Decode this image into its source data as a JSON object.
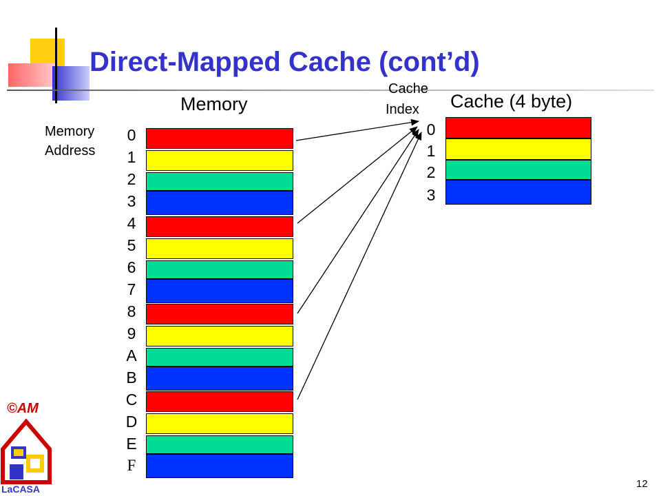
{
  "slide": {
    "title": "Direct-Mapped Cache (cont’d)",
    "page_number": "12"
  },
  "memory": {
    "heading": "Memory",
    "address_label_line1": "Memory",
    "address_label_line2": "Address",
    "addresses": [
      "0",
      "1",
      "2",
      "3",
      "4",
      "5",
      "6",
      "7",
      "8",
      "9",
      "A",
      "B",
      "C",
      "D",
      "E",
      "F"
    ],
    "block_colors": [
      "#ff0000",
      "#ffff00",
      "#00dd99",
      "#0033ff",
      "#ff0000",
      "#ffff00",
      "#00dd99",
      "#0033ff",
      "#ff0000",
      "#ffff00",
      "#00dd99",
      "#0033ff",
      "#ff0000",
      "#ffff00",
      "#00dd99",
      "#0033ff"
    ]
  },
  "cache": {
    "heading": "Cache (4 byte)",
    "index_label_line1": "Cache",
    "index_label_line2": "Index",
    "indices": [
      "0",
      "1",
      "2",
      "3"
    ],
    "block_colors": [
      "#ff0000",
      "#ffff00",
      "#00dd99",
      "#0033ff"
    ]
  },
  "logo": {
    "copyright_text": "©AM",
    "name_text": "LaCASA"
  }
}
